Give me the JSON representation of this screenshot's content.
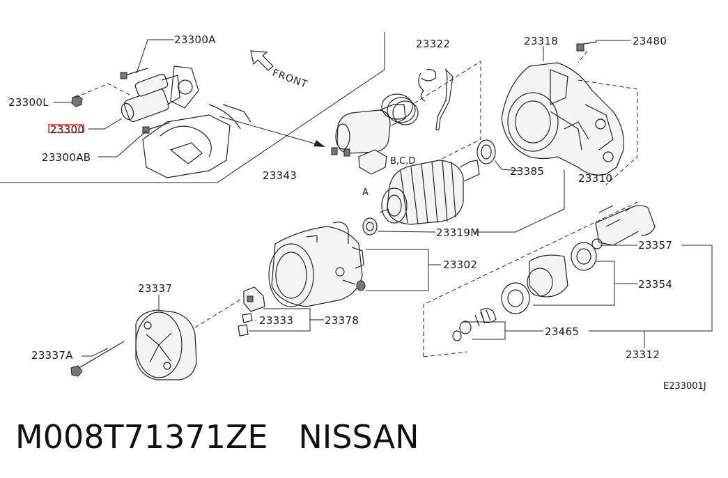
{
  "labels": {
    "p23300A": "23300A",
    "p23300L": "23300L",
    "p23300": "23300",
    "p23300AB": "23300AB",
    "p23322": "23322",
    "p23318": "23318",
    "p23480": "23480",
    "p23343": "23343",
    "bcd": "B,C,D",
    "a": "A",
    "p23385": "23385",
    "p23310": "23310",
    "p23319M": "23319M",
    "p23302": "23302",
    "p23357": "23357",
    "p23354": "23354",
    "p23337": "23337",
    "p23333": "23333",
    "p23378": "23378",
    "p23465": "23465",
    "p23337A": "23337A",
    "p23312": "23312"
  },
  "front_marker": "FRONT",
  "diagram_code": "E233001J",
  "footer": {
    "part_number": "M008T71371ZE",
    "brand": "NISSAN"
  },
  "highlight_color": "#e53935"
}
